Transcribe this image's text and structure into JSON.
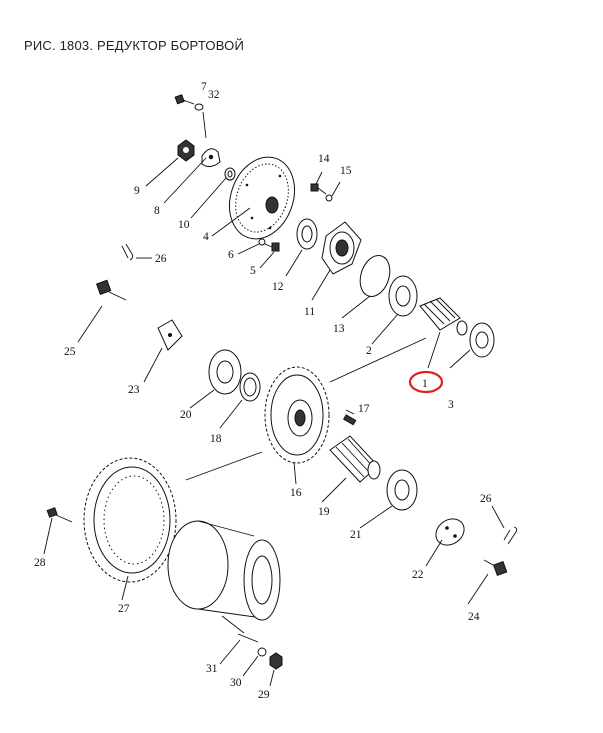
{
  "title": "РИС. 1803. РЕДУКТОР БОРТОВОЙ",
  "callouts": {
    "n1": "1",
    "n2": "2",
    "n3": "3",
    "n4": "4",
    "n5": "5",
    "n6": "6",
    "n7": "7",
    "n8": "8",
    "n9": "9",
    "n10": "10",
    "n11": "11",
    "n12": "12",
    "n13": "13",
    "n14": "14",
    "n15": "15",
    "n16": "16",
    "n17": "17",
    "n19": "19",
    "n18": "18",
    "n20": "20",
    "n21": "21",
    "n22": "22",
    "n23": "23",
    "n24": "24",
    "n25": "25",
    "n26a": "26",
    "n26b": "26",
    "n27": "27",
    "n28": "28",
    "n29": "29",
    "n30": "30",
    "n31": "31",
    "n32": "32"
  },
  "highlight": {
    "part": "1",
    "color": "#e02020"
  }
}
